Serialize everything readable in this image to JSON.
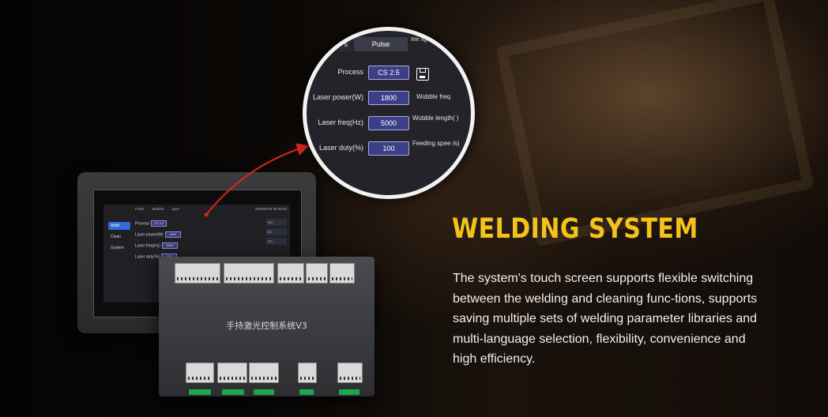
{
  "heading": {
    "title": "WELDING SYSTEM"
  },
  "description": "The system's touch screen supports flexible switching between the welding and cleaning func-tions, supports saving multiple sets of welding parameter libraries and multi-language selection, flexibility, convenience and high efficiency.",
  "colors": {
    "accent": "#f5c21b",
    "field": "#3c3f86",
    "arrow": "#d9261c"
  },
  "zoom_panel": {
    "tabs": {
      "left": "s",
      "active": "Pulse",
      "right": "We ng"
    },
    "process": {
      "label": "Process",
      "value": "CS 2.5",
      "icon": "save-icon"
    },
    "laser_power": {
      "label": "Laser power(W)",
      "value": "1800",
      "side_label": "Wobble freq"
    },
    "laser_freq": {
      "label": "Laser freq(Hz)",
      "value": "5000",
      "side_label": "Wobble length( )"
    },
    "laser_duty": {
      "label": "Laser duty(%)",
      "value": "100",
      "side_label": "Feeding spee /s)"
    }
  },
  "device_screen": {
    "nav": [
      "Weld",
      "Clean",
      "System"
    ],
    "timestamp": "2025/M/18 09:35:52",
    "tabs": [
      "Pulse",
      "Wobble",
      "Spot"
    ],
    "rows": [
      {
        "label": "Process",
        "value": "CS 2.5"
      },
      {
        "label": "Laser power(W)",
        "value": "1800"
      },
      {
        "label": "Laser freq(Hz)",
        "value": "5000"
      },
      {
        "label": "Laser duty(%)",
        "value": "100"
      }
    ],
    "side_values": [
      "5.0",
      "3.0",
      "3.0"
    ]
  },
  "controller": {
    "label": "手持激光控制系统V3"
  }
}
